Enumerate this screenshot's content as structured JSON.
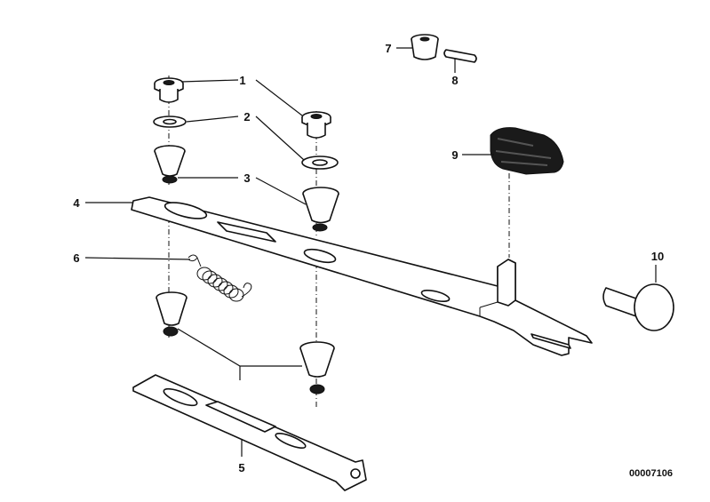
{
  "callouts": {
    "c1": "1",
    "c2": "2",
    "c3": "3",
    "c4": "4",
    "c5": "5",
    "c6": "6",
    "c7": "7",
    "c8": "8",
    "c9": "9",
    "c10": "10"
  },
  "reference_number": "00007106"
}
